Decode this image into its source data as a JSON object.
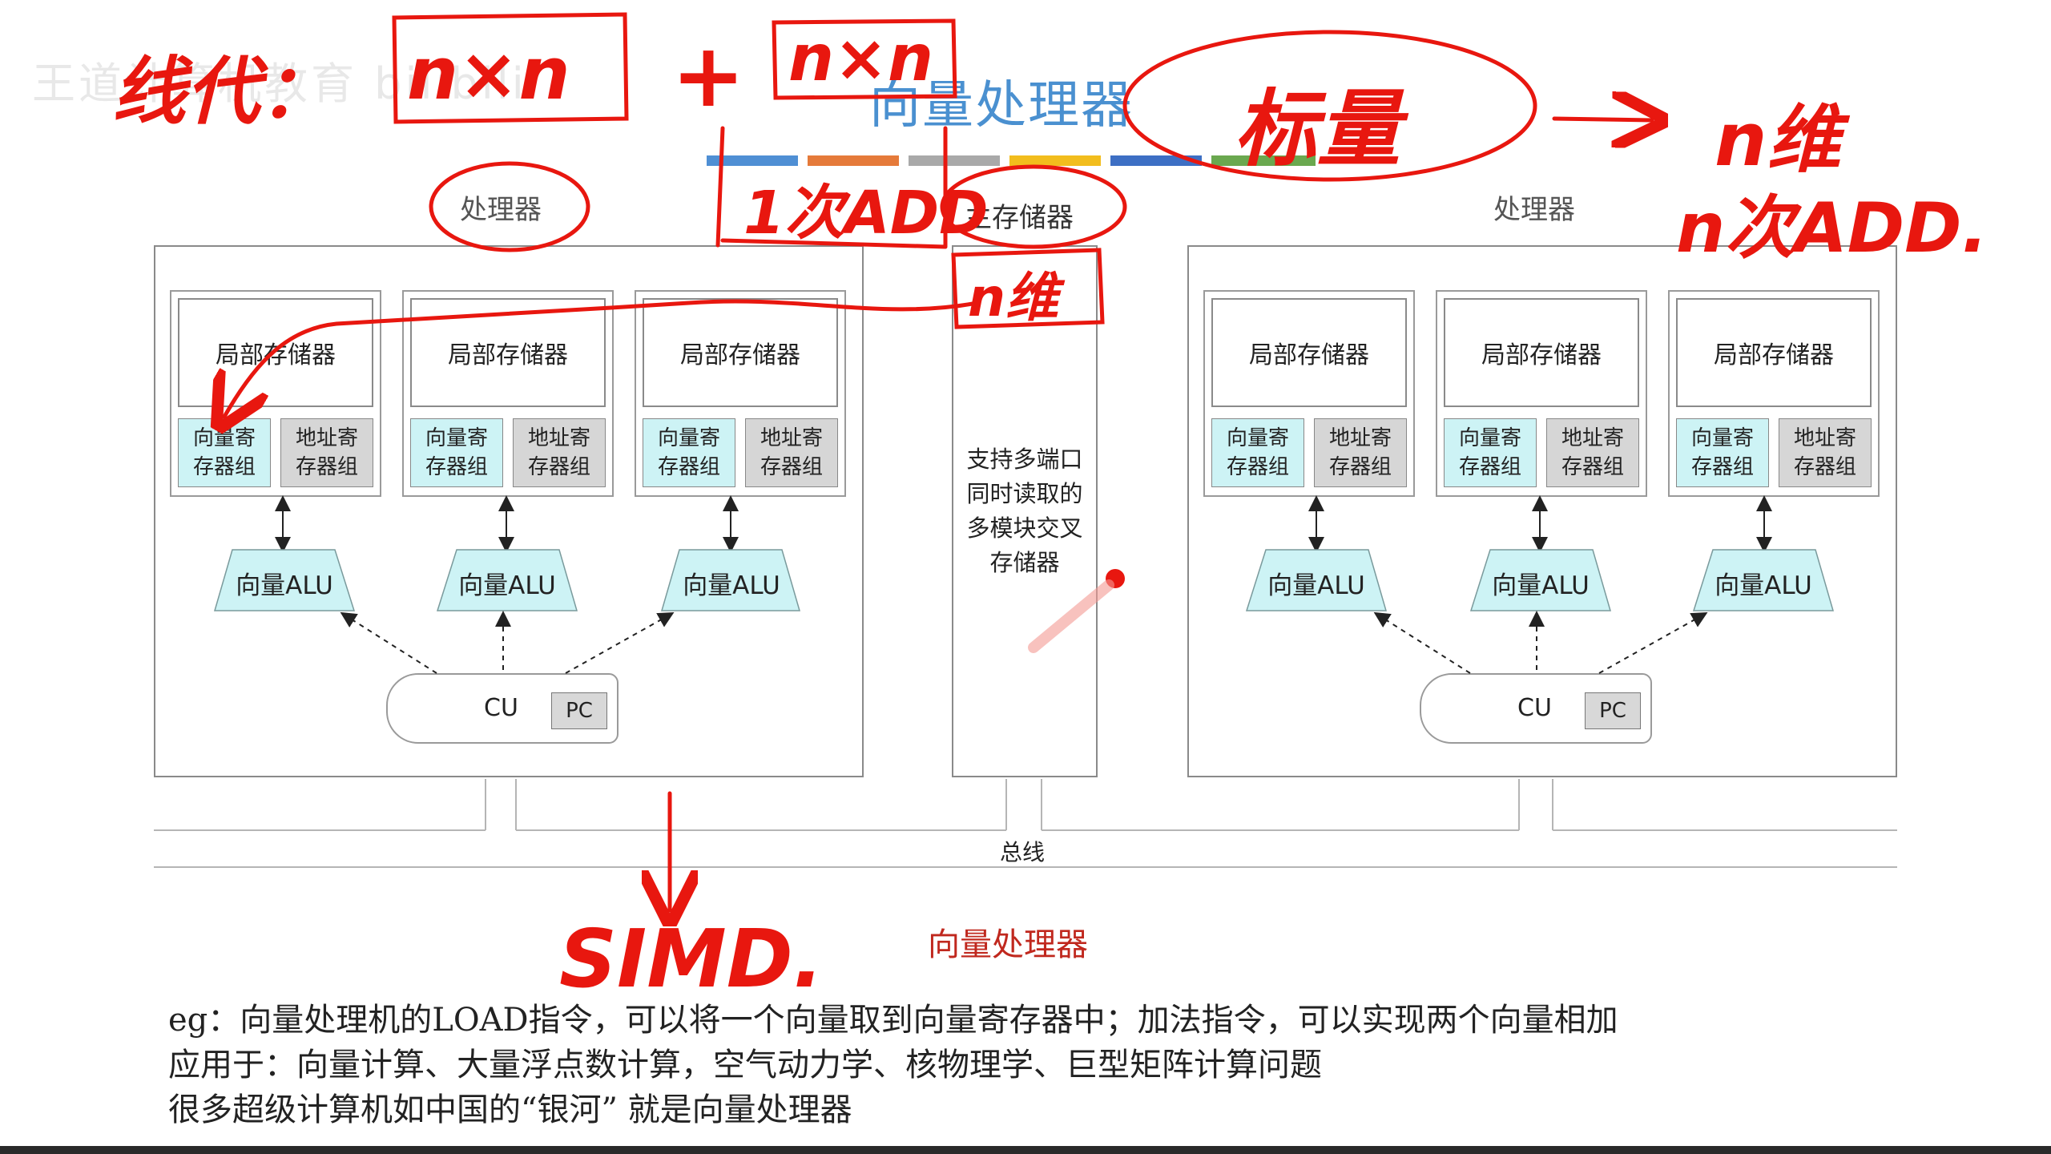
{
  "title": "向量处理器",
  "watermark": "王道计算机教育 bilibili",
  "labels": {
    "processor_left": "处理器",
    "processor_right": "处理器",
    "main_memory": "主存储器",
    "memory_desc": [
      "支持多端口",
      "同时读取的",
      "多模块交叉",
      "存储器"
    ],
    "bus": "总线",
    "caption": "向量处理器"
  },
  "cell": {
    "local_mem": "局部存储器",
    "vec_reg": [
      "向量寄",
      "存器组"
    ],
    "addr_reg": [
      "地址寄",
      "存器组"
    ],
    "alu": "向量ALU"
  },
  "cu": {
    "label": "CU",
    "pc": "PC"
  },
  "color_bar": [
    "#4f8fd4",
    "#e57a3a",
    "#a9a9a9",
    "#f2bd1d",
    "#3d6fc4",
    "#6aa84f"
  ],
  "paragraph": [
    "eg：向量处理机的LOAD指令，可以将一个向量取到向量寄存器中；加法指令，可以实现两个向量相加",
    "应用于：向量计算、大量浮点数计算，空气动力学、核物理学、巨型矩阵计算问题",
    "很多超级计算机如中国的“银河” 就是向量处理器"
  ],
  "handwriting": {
    "linear_algebra": "线代：",
    "nxn_1": "n×n",
    "plus": "+",
    "nxn_2": "n×n",
    "scalar": "标量",
    "n_dim_right": "n维",
    "n_add": "n次ADD.",
    "one_add": "1次ADD",
    "n_dim_mid": "n维",
    "simd": "SIMD."
  },
  "colors": {
    "annotation": "#e8170f",
    "accent": "#4a90d0"
  }
}
